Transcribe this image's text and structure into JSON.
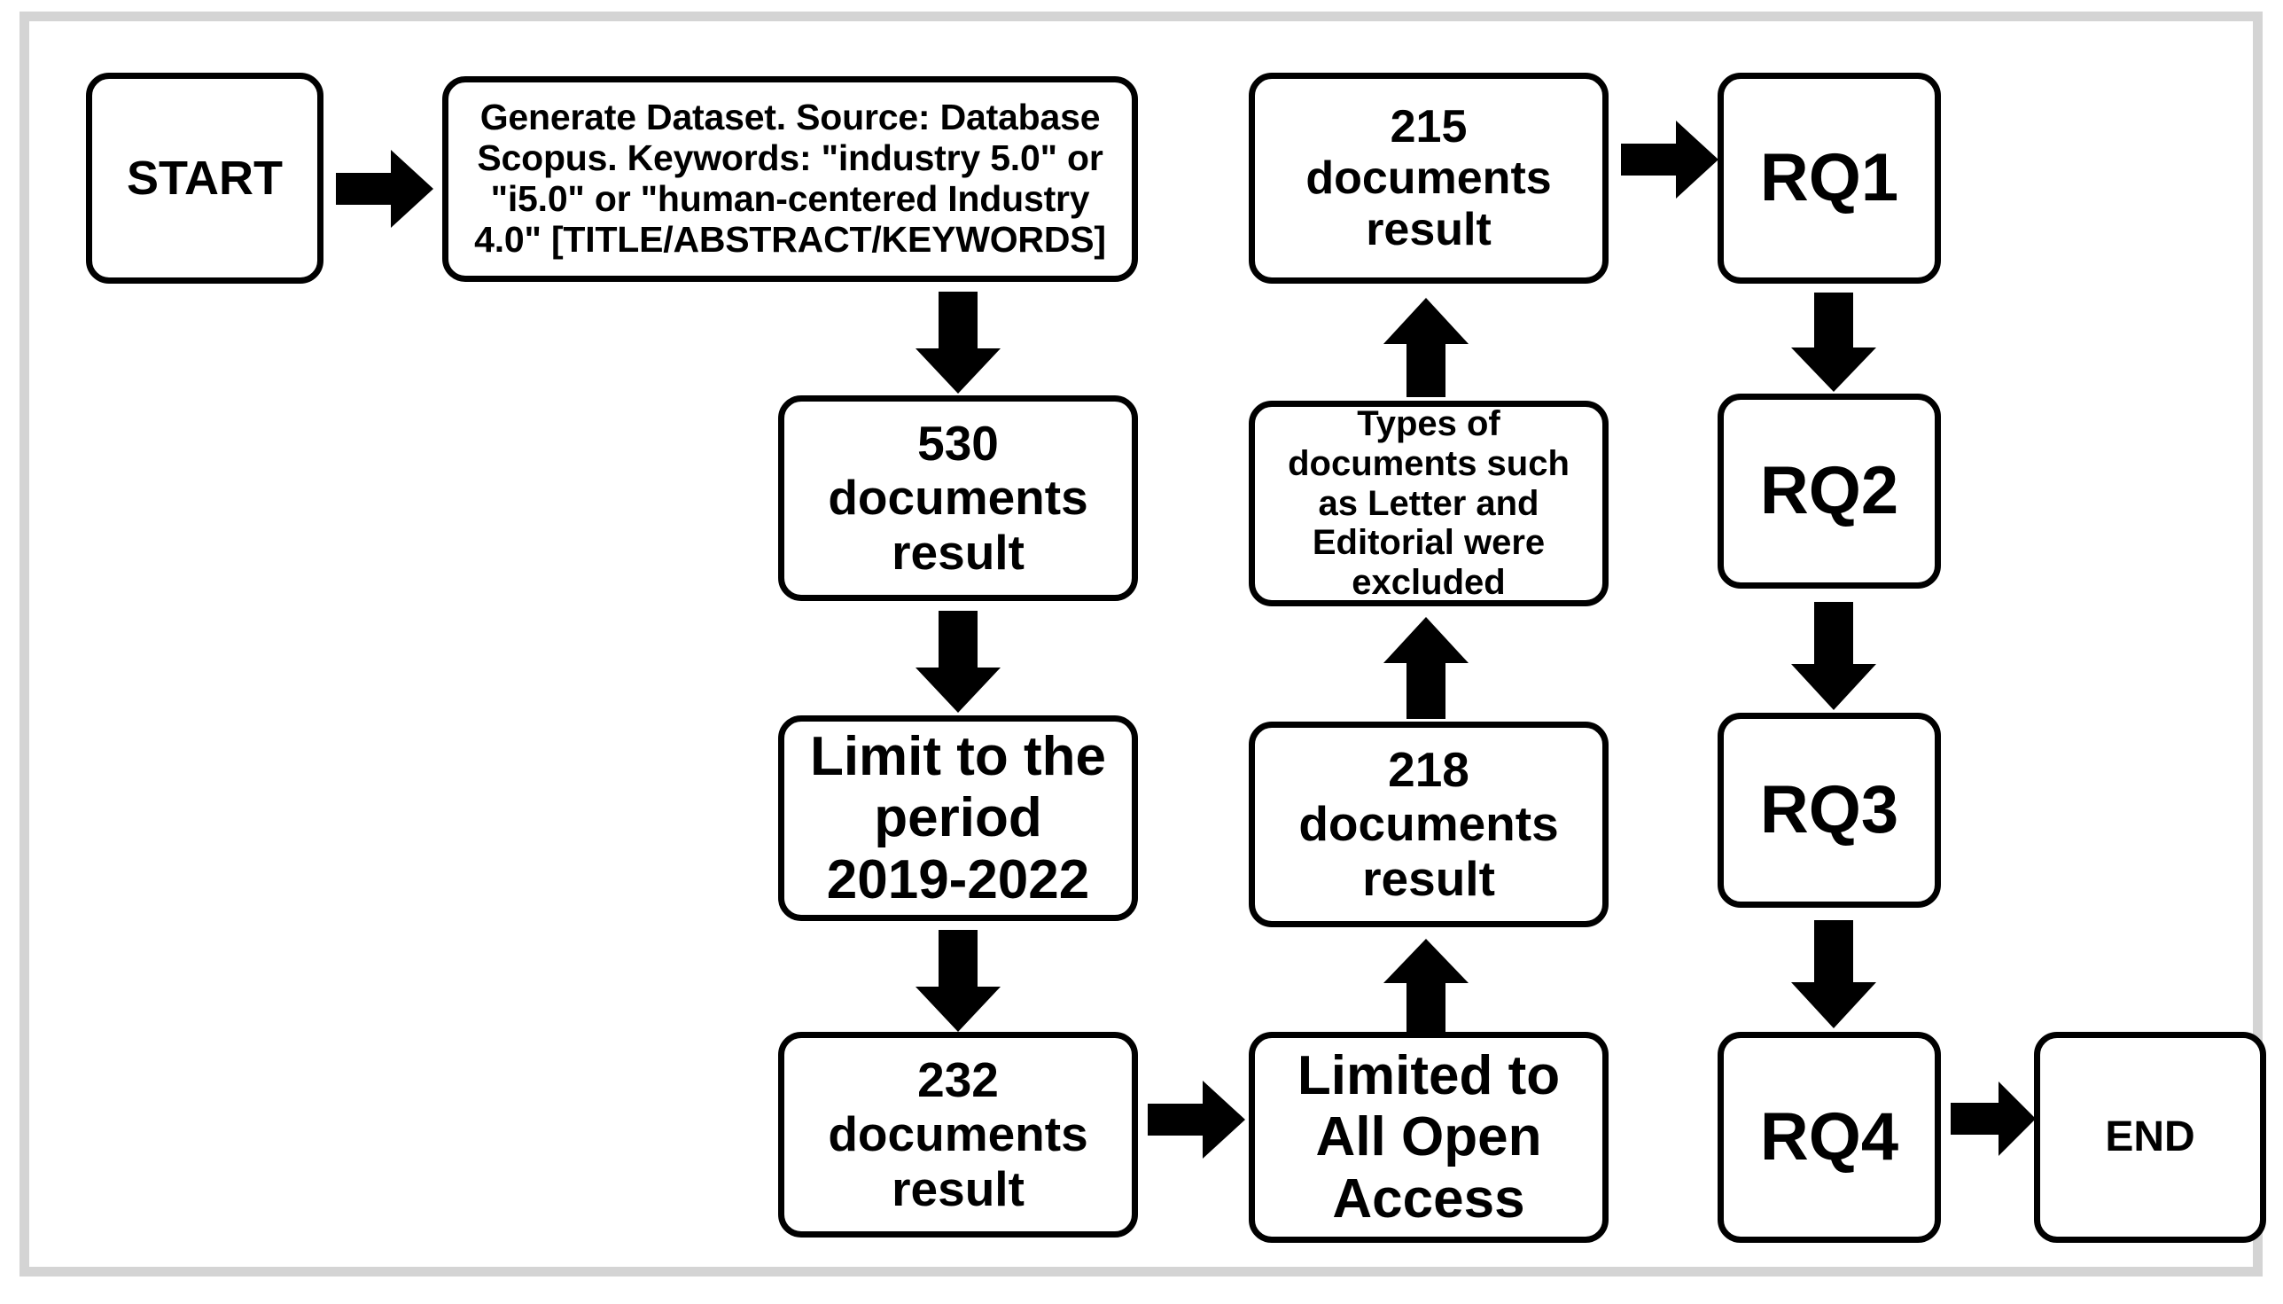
{
  "diagram": {
    "title": "Systematic literature review search flowchart",
    "background_color": "#ffffff",
    "frame_color": "#d4d4d4",
    "node_border_color": "#000000",
    "arrow_color": "#000000",
    "nodes": {
      "start": {
        "label": "START"
      },
      "generate": {
        "label": "Generate Dataset. Source: Database Scopus.     Keywords: \"industry 5.0\" or \"i5.0\" or \"human-centered Industry 4.0\" [TITLE/ABSTRACT/KEYWORDS]"
      },
      "docs_530": {
        "label": "530\ndocuments\nresult"
      },
      "limit_period": {
        "label": "Limit to the\nperiod\n2019-2022"
      },
      "docs_232": {
        "label": "232\ndocuments\nresult"
      },
      "open_access": {
        "label": "Limited to\nAll Open\nAccess"
      },
      "docs_218": {
        "label": "218\ndocuments\nresult"
      },
      "types_excluded": {
        "label": "Types of\ndocuments such\nas Letter and\nEditorial were\nexcluded"
      },
      "docs_215": {
        "label": "215\ndocuments\nresult"
      },
      "rq1": {
        "label": "RQ1"
      },
      "rq2": {
        "label": "RQ2"
      },
      "rq3": {
        "label": "RQ3"
      },
      "rq4": {
        "label": "RQ4"
      },
      "end": {
        "label": "END"
      }
    },
    "edges": [
      {
        "from": "start",
        "to": "generate",
        "direction": "right"
      },
      {
        "from": "generate",
        "to": "docs_530",
        "direction": "down"
      },
      {
        "from": "docs_530",
        "to": "limit_period",
        "direction": "down"
      },
      {
        "from": "limit_period",
        "to": "docs_232",
        "direction": "down"
      },
      {
        "from": "docs_232",
        "to": "open_access",
        "direction": "right"
      },
      {
        "from": "open_access",
        "to": "docs_218",
        "direction": "up"
      },
      {
        "from": "docs_218",
        "to": "types_excluded",
        "direction": "up"
      },
      {
        "from": "types_excluded",
        "to": "docs_215",
        "direction": "up"
      },
      {
        "from": "docs_215",
        "to": "rq1",
        "direction": "right"
      },
      {
        "from": "rq1",
        "to": "rq2",
        "direction": "down"
      },
      {
        "from": "rq2",
        "to": "rq3",
        "direction": "down"
      },
      {
        "from": "rq3",
        "to": "rq4",
        "direction": "down"
      },
      {
        "from": "rq4",
        "to": "end",
        "direction": "right"
      }
    ]
  }
}
